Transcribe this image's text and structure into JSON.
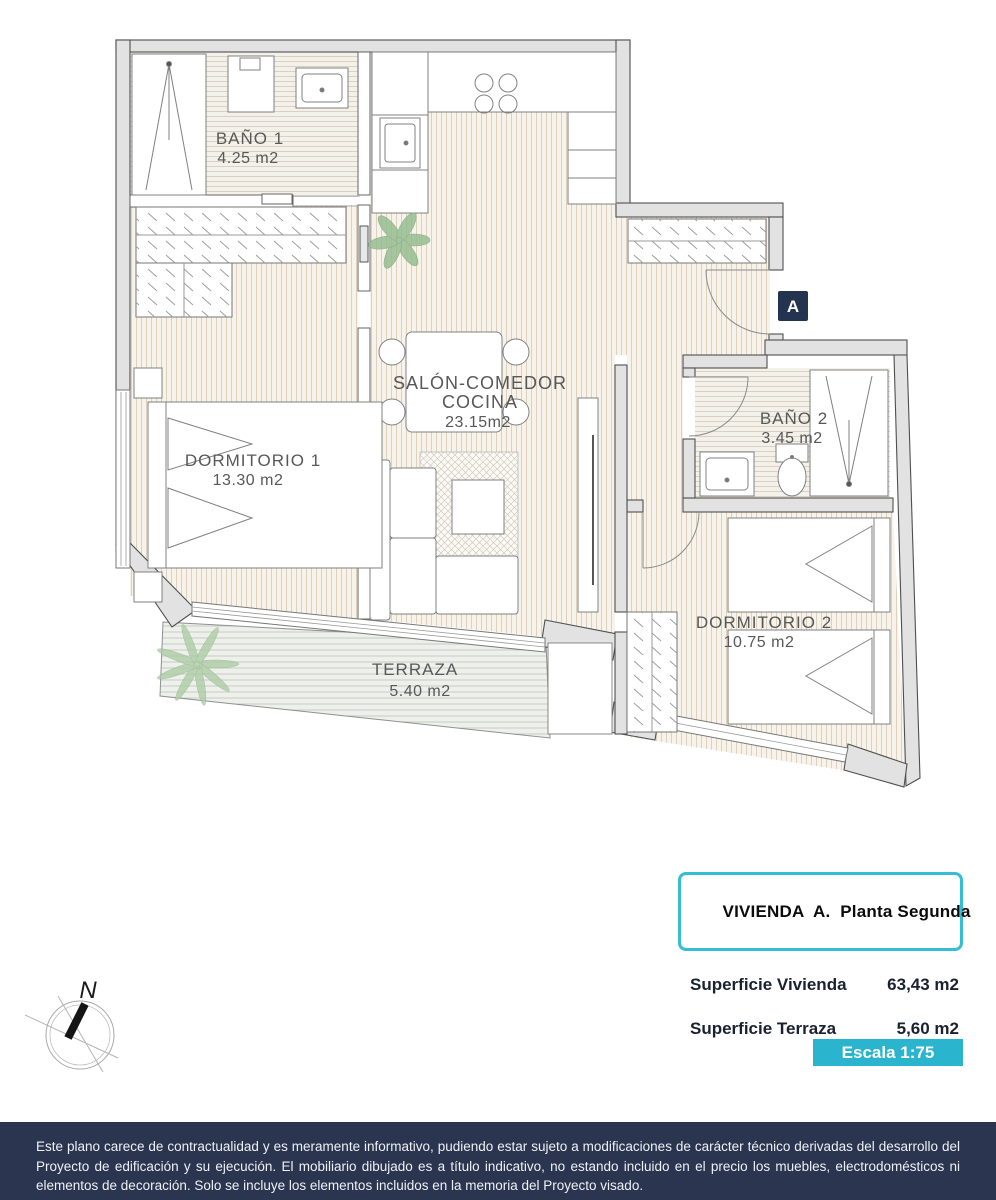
{
  "plan": {
    "unit_badge": "A",
    "compass_label": "N",
    "rooms": {
      "bano1": {
        "name": "BAÑO 1",
        "area": "4.25 m2"
      },
      "dormitorio1": {
        "name": "DORMITORIO 1",
        "area": "13.30 m2"
      },
      "salon": {
        "name": "SALÓN-COMEDOR",
        "name2": "COCINA",
        "area": "23.15m2"
      },
      "bano2": {
        "name": "BAÑO 2",
        "area": "3.45 m2"
      },
      "dormitorio2": {
        "name": "DORMITORIO 2",
        "area": "10.75 m2"
      },
      "terraza": {
        "name": "TERRAZA",
        "area": "5.40 m2"
      }
    }
  },
  "legend": {
    "title": "VIVIENDA  A.  Planta Segunda",
    "rows": [
      {
        "label": "Superficie Vivienda",
        "value": "63,43 m2"
      },
      {
        "label": "Superficie Terraza",
        "value": "5,60 m2"
      }
    ],
    "scale_label": "Escala 1:75"
  },
  "footer": {
    "disclaimer": "Este plano carece de contractualidad y es meramente informativo, pudiendo estar sujeto a modificaciones de carácter técnico derivadas del desarrollo del Proyecto de edificación y su ejecución. El mobiliario dibujado es a título indicativo, no estando incluido en el precio los muebles, electrodomésticos ni elementos de decoración. Solo se incluye los elementos incluidos en la memoria del Proyecto visado."
  },
  "colors": {
    "accent_teal": "#2ab4ce",
    "footer_navy": "#2b3550",
    "badge_navy": "#243350",
    "wall_gray": "#e2e2e2",
    "plant_green": "#96bd90"
  }
}
